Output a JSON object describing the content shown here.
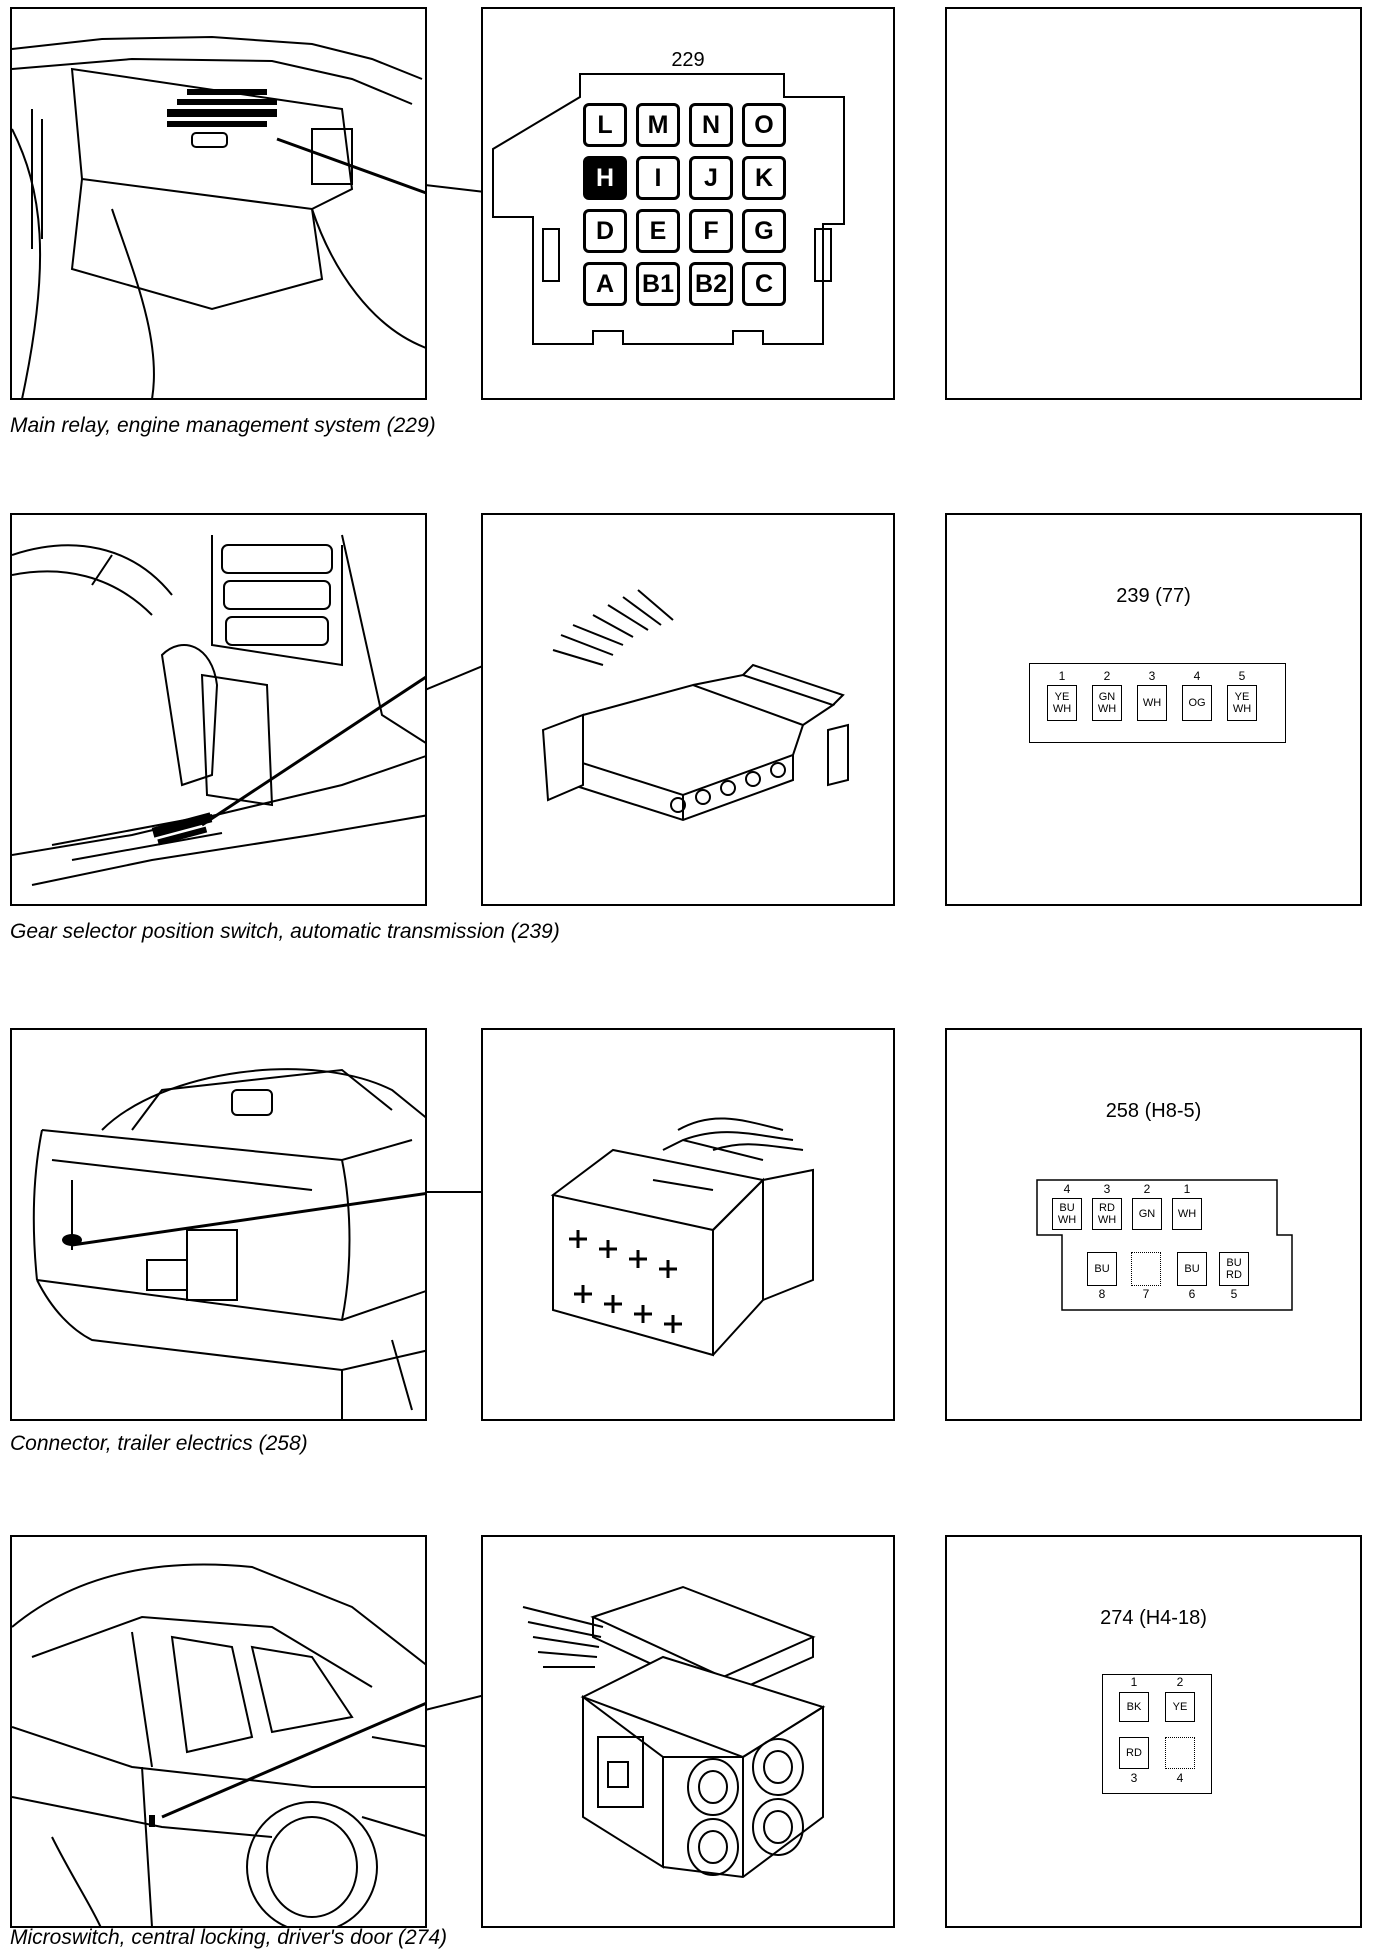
{
  "rows": [
    {
      "caption": "Main relay, engine management system (229)",
      "connector_title": "229",
      "pins": [
        [
          "L",
          "M",
          "N",
          "O"
        ],
        [
          "H",
          "I",
          "J",
          "K"
        ],
        [
          "D",
          "E",
          "F",
          "G"
        ],
        [
          "A",
          "B1",
          "B2",
          "C"
        ]
      ],
      "filled_pin": "H"
    },
    {
      "caption": "Gear selector position switch, automatic transmission (239)",
      "connector_title": "239 (77)",
      "pins": [
        {
          "n": "1",
          "c1": "YE",
          "c2": "WH"
        },
        {
          "n": "2",
          "c1": "GN",
          "c2": "WH"
        },
        {
          "n": "3",
          "c1": "WH",
          "c2": ""
        },
        {
          "n": "4",
          "c1": "OG",
          "c2": ""
        },
        {
          "n": "5",
          "c1": "YE",
          "c2": "WH"
        }
      ]
    },
    {
      "caption": "Connector, trailer electrics (258)",
      "connector_title": "258 (H8-5)",
      "top_pins": [
        {
          "n": "4",
          "c1": "BU",
          "c2": "WH"
        },
        {
          "n": "3",
          "c1": "RD",
          "c2": "WH"
        },
        {
          "n": "2",
          "c1": "GN",
          "c2": ""
        },
        {
          "n": "1",
          "c1": "WH",
          "c2": ""
        }
      ],
      "bottom_pins": [
        {
          "n": "8",
          "c1": "BU",
          "c2": ""
        },
        {
          "n": "7",
          "c1": "",
          "c2": ""
        },
        {
          "n": "6",
          "c1": "BU",
          "c2": ""
        },
        {
          "n": "5",
          "c1": "BU",
          "c2": "RD"
        }
      ]
    },
    {
      "caption": "Microswitch, central locking, driver's door (274)",
      "connector_title": "274 (H4-18)",
      "top_pins": [
        {
          "n": "1",
          "c1": "BK"
        },
        {
          "n": "2",
          "c1": "YE"
        }
      ],
      "bottom_pins": [
        {
          "n": "3",
          "c1": "RD"
        },
        {
          "n": "4",
          "c1": ""
        }
      ]
    }
  ]
}
